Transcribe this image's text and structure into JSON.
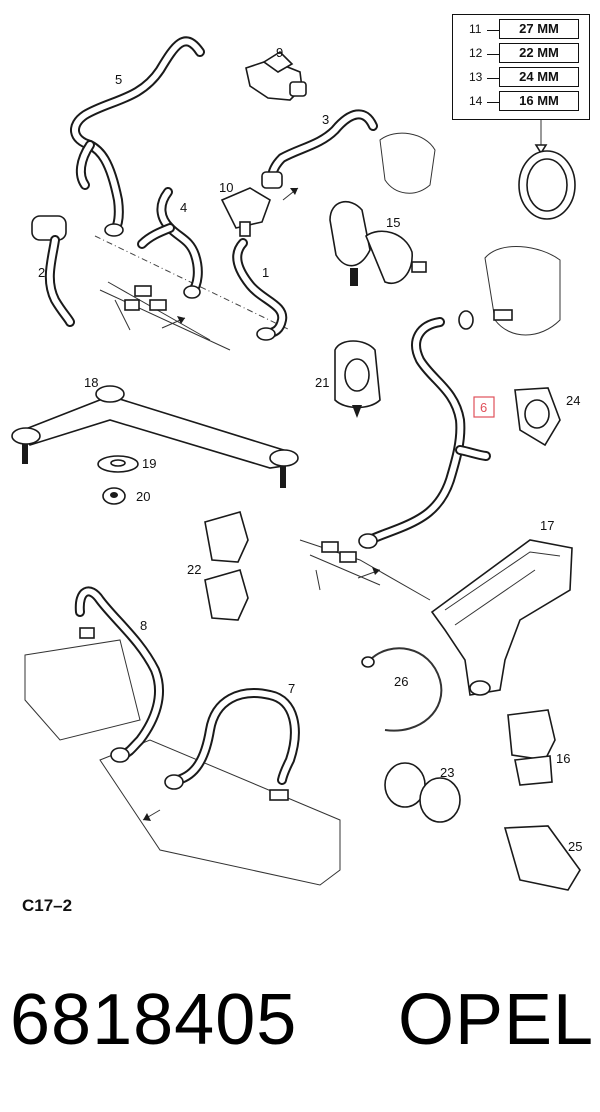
{
  "callouts": [
    "1",
    "2",
    "3",
    "4",
    "5",
    "6",
    "7",
    "8",
    "9",
    "10",
    "15",
    "16",
    "17",
    "18",
    "19",
    "20",
    "21",
    "22",
    "23",
    "24",
    "25",
    "26"
  ],
  "size_table": [
    {
      "num": "11",
      "value": "27 MM"
    },
    {
      "num": "12",
      "value": "22 MM"
    },
    {
      "num": "13",
      "value": "24 MM"
    },
    {
      "num": "14",
      "value": "16 MM"
    }
  ],
  "diagram_code": "C17–2",
  "part_number": "6818405",
  "brand": "OPEL",
  "colors": {
    "highlight": "#e0505a",
    "ink": "#1a1a1a"
  }
}
